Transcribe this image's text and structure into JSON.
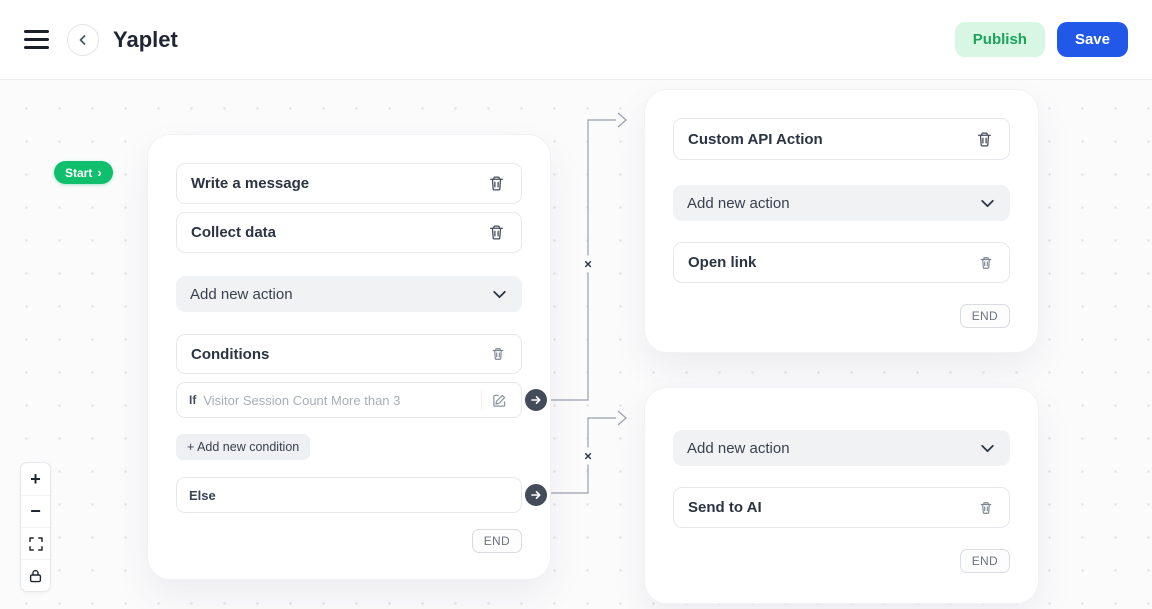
{
  "header": {
    "title": "Yaplet",
    "publish_label": "Publish",
    "save_label": "Save"
  },
  "flow": {
    "start_label": "Start",
    "start_chevron": "›"
  },
  "connectors": {
    "delete_symbol": "×"
  },
  "main_node": {
    "action_rows": [
      {
        "label": "Write a message"
      },
      {
        "label": "Collect data"
      }
    ],
    "add_action_label": "Add new action",
    "conditions_label": "Conditions",
    "if_condition": {
      "prefix": "If",
      "text": "Visitor Session Count More than 3"
    },
    "add_condition_label": "+ Add new condition",
    "else_label": "Else",
    "end_label": "END"
  },
  "branch_top": {
    "action_first": "Custom API Action",
    "add_action_label": "Add new action",
    "action_second": "Open link",
    "end_label": "END"
  },
  "branch_bottom": {
    "add_action_label": "Add new action",
    "action": "Send to AI",
    "end_label": "END"
  },
  "zoom": {
    "zoom_in": "+",
    "zoom_out": "−"
  },
  "colors": {
    "publish_bg": "#d8f6e4",
    "publish_text": "#1ba35a",
    "save_bg": "#2158e8",
    "start_badge": "#0fbf6b",
    "port": "#454c59",
    "connector": "#9aa0ab"
  }
}
